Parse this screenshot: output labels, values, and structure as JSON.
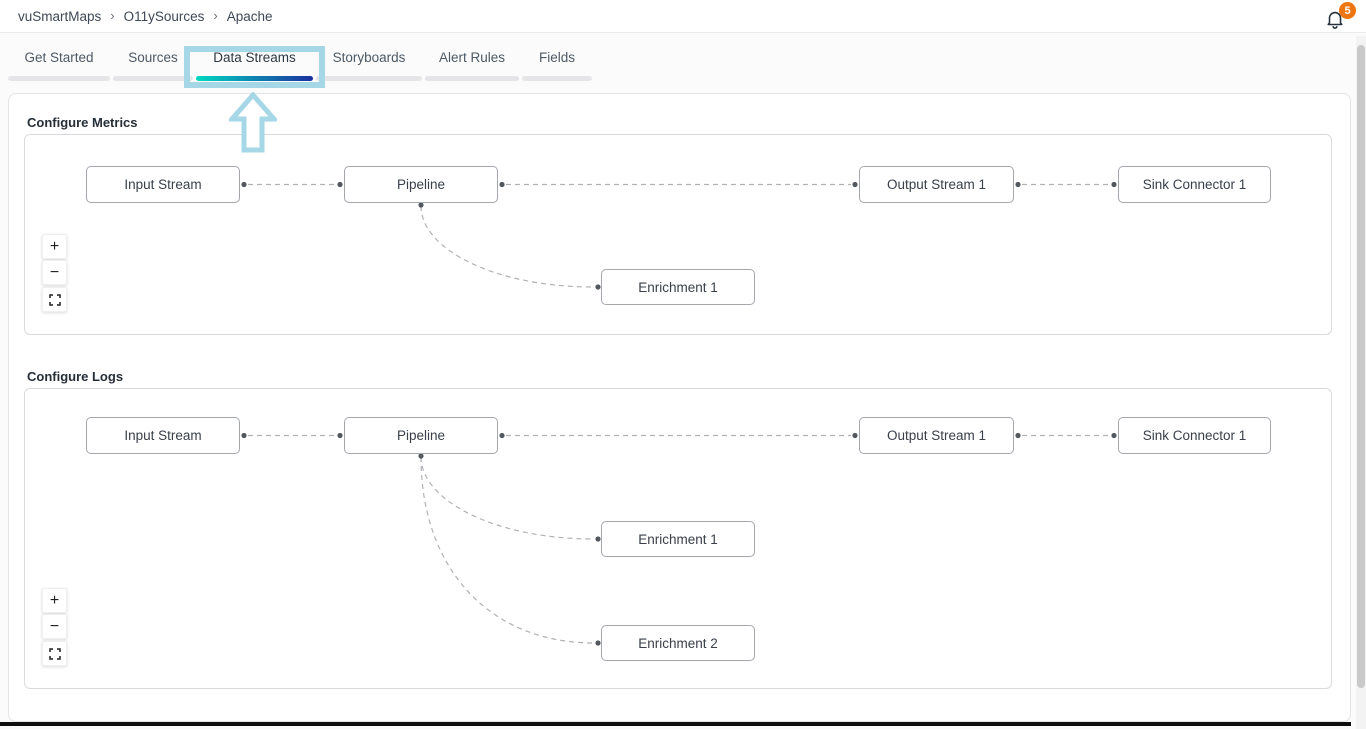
{
  "topbar": {
    "breadcrumb": {
      "items": [
        "vuSmartMaps",
        "O11ySources",
        "Apache"
      ],
      "separator": "›"
    },
    "notification_count": "5"
  },
  "tabs": {
    "items": [
      {
        "label": "Get Started",
        "active": false
      },
      {
        "label": "Sources",
        "active": false
      },
      {
        "label": "Data Streams",
        "active": true
      },
      {
        "label": "Storyboards",
        "active": false
      },
      {
        "label": "Alert Rules",
        "active": false
      },
      {
        "label": "Fields",
        "active": false
      }
    ]
  },
  "sections": [
    {
      "title": "Configure Metrics",
      "nodes": {
        "input_stream": "Input Stream",
        "pipeline": "Pipeline",
        "output_stream_1": "Output Stream 1",
        "sink_connector_1": "Sink Connector 1",
        "enrichment_1": "Enrichment 1"
      },
      "controls": {
        "zoom_in": "+",
        "zoom_out": "−"
      }
    },
    {
      "title": "Configure Logs",
      "nodes": {
        "input_stream": "Input Stream",
        "pipeline": "Pipeline",
        "output_stream_1": "Output Stream 1",
        "sink_connector_1": "Sink Connector 1",
        "enrichment_1": "Enrichment 1",
        "enrichment_2": "Enrichment 2"
      },
      "controls": {
        "zoom_in": "+",
        "zoom_out": "−"
      }
    }
  ],
  "colors": {
    "active_tab_gradient_start": "#00d8c0",
    "active_tab_gradient_end": "#1c2fa0",
    "annotation_highlight": "#a5d7e7",
    "notification_badge": "#ee7612"
  }
}
